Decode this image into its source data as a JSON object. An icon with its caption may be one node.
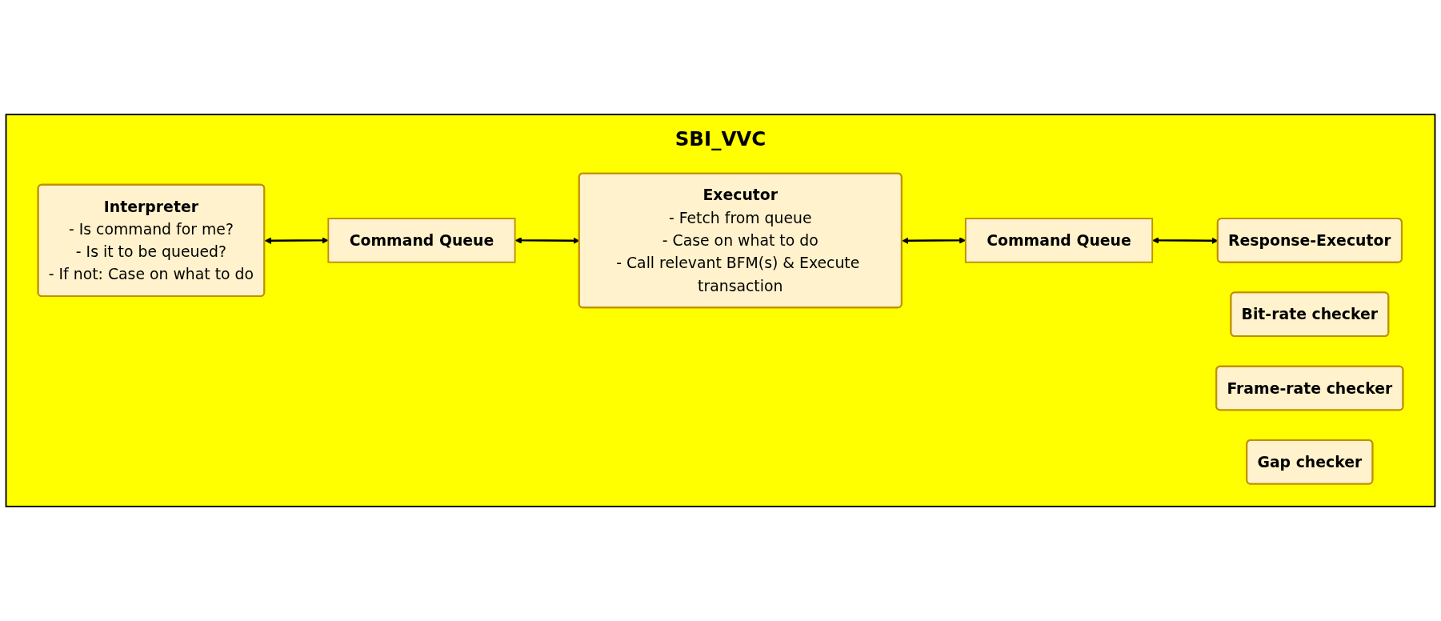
{
  "diagram": {
    "nodes": [
      {
        "text": [
          "SBI_VVC"
        ]
      },
      {
        "text": [
          "Interpreter",
          "- Is command for me?",
          "- Is it to be queued?",
          "- If not: Case on what to do"
        ],
        "in": 0
      },
      {
        "text": [
          "Command Queue"
        ],
        "in": 0
      },
      {
        "text": [
          "Executor",
          "- Fetch from queue",
          "- Case on what to do",
          "- Call relevant BFM(s) & Execute transaction"
        ],
        "in": 0
      },
      {
        "text": [
          "Bit-rate checker"
        ],
        "in": 0
      },
      {
        "text": [
          "Frame-rate checker"
        ],
        "in": 0
      },
      {
        "text": [
          "Gap checker"
        ],
        "in": 0
      },
      {
        "text": [
          "Command Queue"
        ],
        "in": 0
      },
      {
        "text": [
          "Response-Executor"
        ],
        "in": 0
      }
    ],
    "edges": [
      {
        "from": 1,
        "to": 2,
        "arrow": "both"
      },
      {
        "from": 2,
        "to": 3,
        "arrow": "both"
      },
      {
        "from": 3,
        "to": 7,
        "arrow": "both"
      },
      {
        "from": 7,
        "to": 8,
        "arrow": "both"
      }
    ]
  }
}
